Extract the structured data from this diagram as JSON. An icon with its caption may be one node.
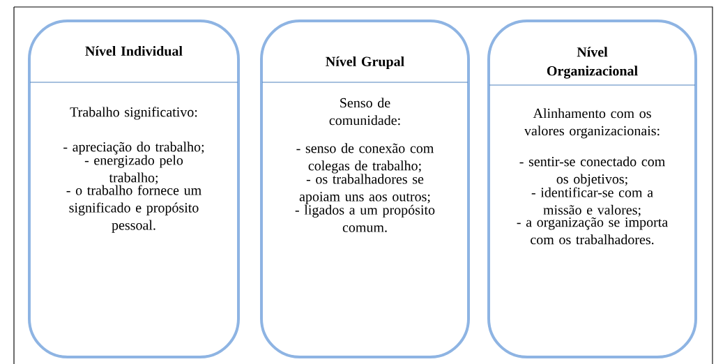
{
  "diagram": {
    "nodes": [
      {
        "text": [
          "Nível Individual",
          "Trabalho significativo:",
          "- apreciação do trabalho;",
          "- energizado pelo trabalho;",
          "- o trabalho fornece um significado e propósito pessoal."
        ]
      },
      {
        "text": [
          "Nível Grupal",
          "Senso de comunidade:",
          "- senso de conexão com colegas de trabalho;",
          "-  os trabalhadores se apoiam uns aos outros;",
          "- ligados a um propósito comum."
        ]
      },
      {
        "text": [
          "Nível Organizacional",
          "Alinhamento com os valores organizacionais:",
          "- sentir-se conectado com os objetivos;",
          "- identificar-se com a missão e valores;",
          "- a organização se importa com os trabalhadores."
        ]
      }
    ]
  }
}
